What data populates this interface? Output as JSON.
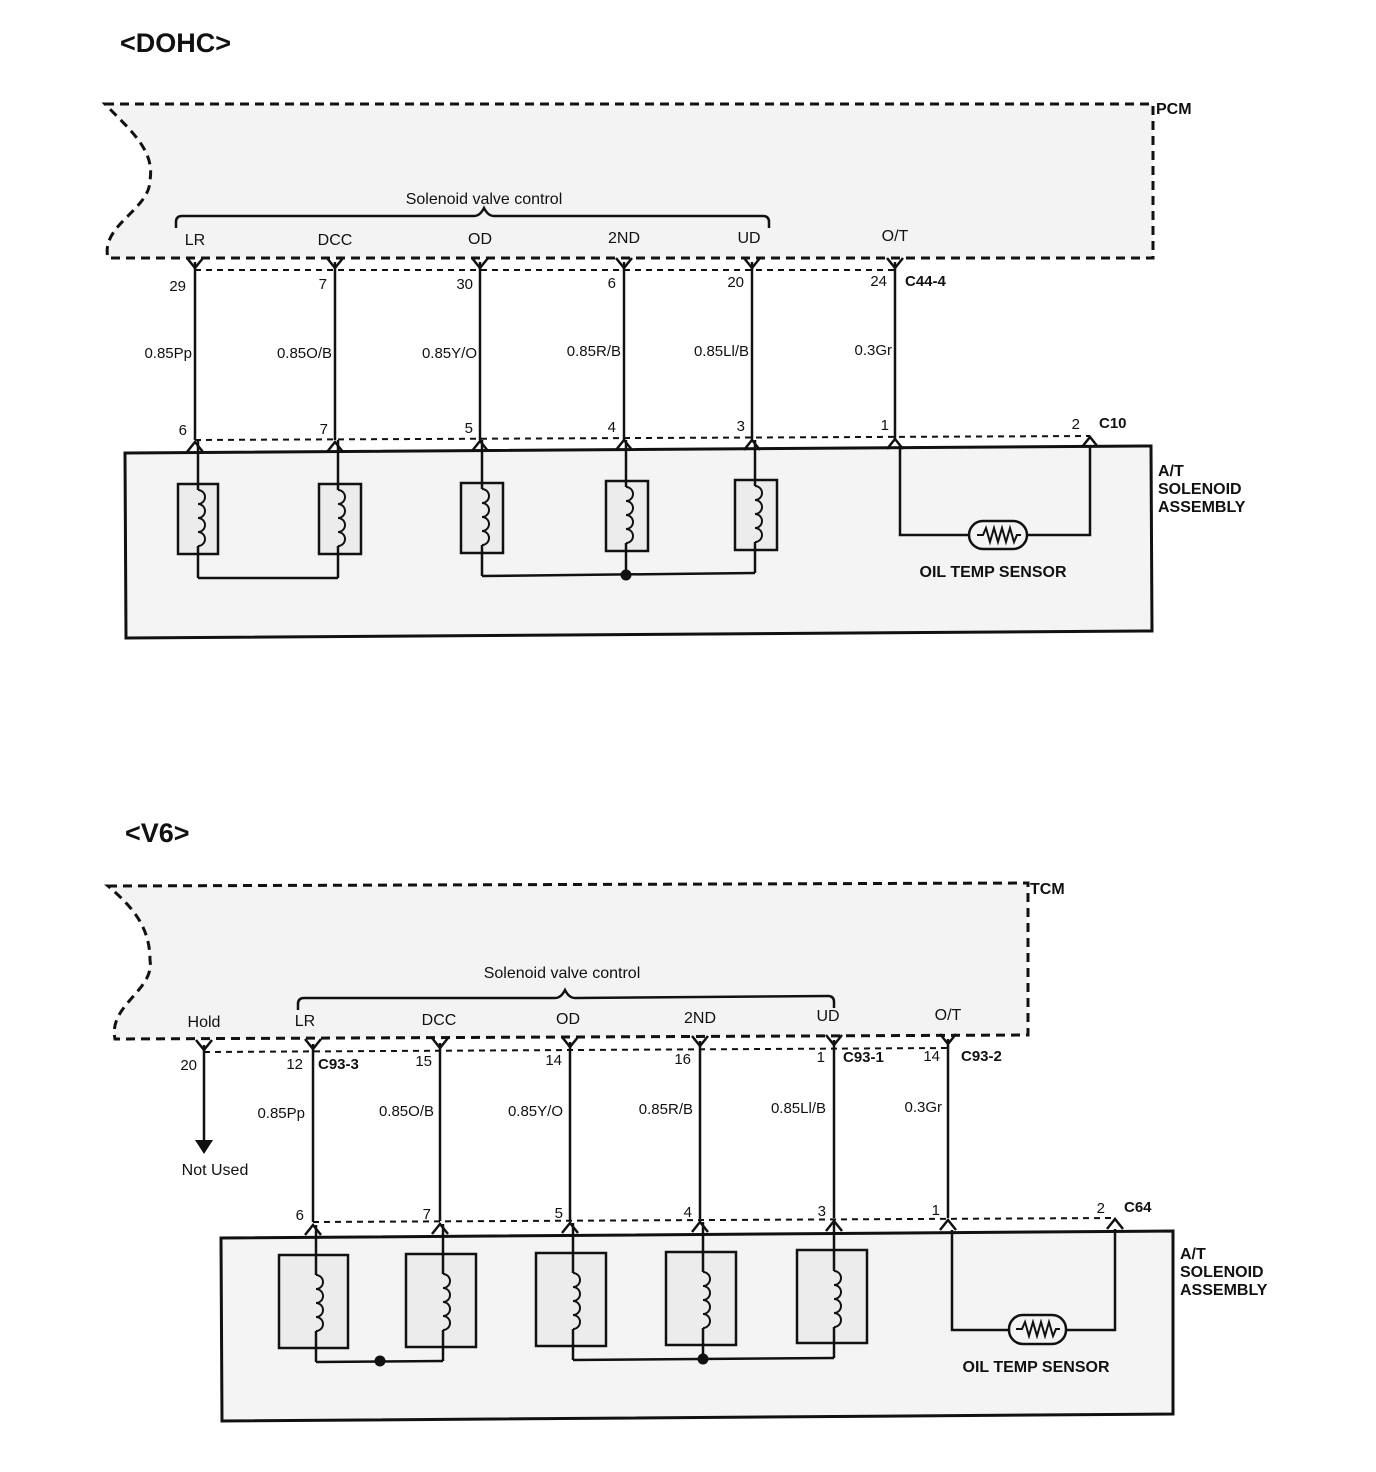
{
  "dohc": {
    "title": "<DOHC>",
    "module": "PCM",
    "group_label": "Solenoid valve control",
    "connector_top": "C44-4",
    "connector_bottom": "C10",
    "assembly": [
      "A/T",
      "SOLENOID",
      "ASSEMBLY"
    ],
    "sensor_label": "OIL TEMP SENSOR",
    "lines": [
      {
        "signal": "LR",
        "pcm_pin": "29",
        "wire": "0.85Pp",
        "asm_pin": "6"
      },
      {
        "signal": "DCC",
        "pcm_pin": "7",
        "wire": "0.85O/B",
        "asm_pin": "7"
      },
      {
        "signal": "OD",
        "pcm_pin": "30",
        "wire": "0.85Y/O",
        "asm_pin": "5"
      },
      {
        "signal": "2ND",
        "pcm_pin": "6",
        "wire": "0.85R/B",
        "asm_pin": "4"
      },
      {
        "signal": "UD",
        "pcm_pin": "20",
        "wire": "0.85Ll/B",
        "asm_pin": "3"
      },
      {
        "signal": "O/T",
        "pcm_pin": "24",
        "wire": "0.3Gr",
        "asm_pin": "1"
      }
    ],
    "sensor_return_pin": "2"
  },
  "v6": {
    "title": "<V6>",
    "module": "TCM",
    "group_label": "Solenoid valve control",
    "hold": {
      "signal": "Hold",
      "pin": "20",
      "note": "Not Used"
    },
    "connector_a": "C93-3",
    "connector_b": "C93-1",
    "connector_c": "C93-2",
    "connector_bottom": "C64",
    "assembly": [
      "A/T",
      "SOLENOID",
      "ASSEMBLY"
    ],
    "sensor_label": "OIL TEMP SENSOR",
    "lines": [
      {
        "signal": "LR",
        "tcm_pin": "12",
        "wire": "0.85Pp",
        "asm_pin": "6"
      },
      {
        "signal": "DCC",
        "tcm_pin": "15",
        "wire": "0.85O/B",
        "asm_pin": "7"
      },
      {
        "signal": "OD",
        "tcm_pin": "14",
        "wire": "0.85Y/O",
        "asm_pin": "5"
      },
      {
        "signal": "2ND",
        "tcm_pin": "16",
        "wire": "0.85R/B",
        "asm_pin": "4"
      },
      {
        "signal": "UD",
        "tcm_pin": "1",
        "wire": "0.85Ll/B",
        "asm_pin": "3"
      },
      {
        "signal": "O/T",
        "tcm_pin": "14",
        "wire": "0.3Gr",
        "asm_pin": "1"
      }
    ],
    "sensor_return_pin": "2"
  }
}
